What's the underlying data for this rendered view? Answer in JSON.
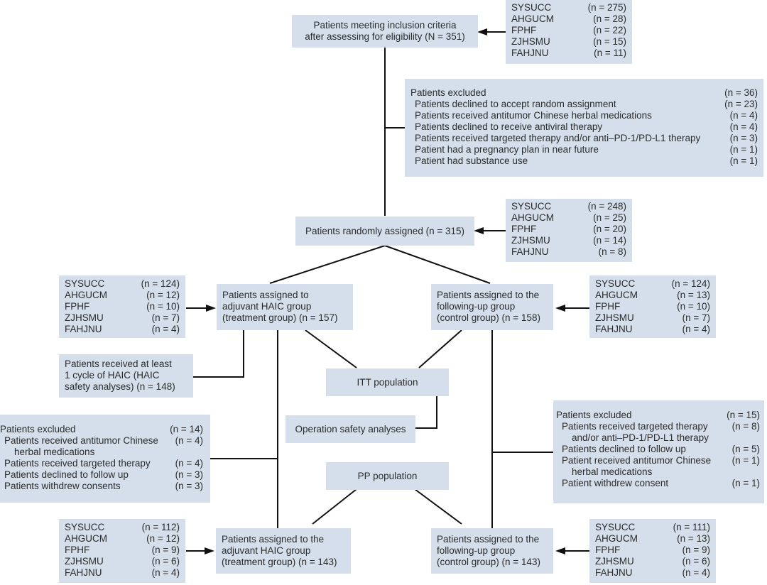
{
  "enrollment": {
    "label": "Patients meeting inclusion criteria after assessing for eligibility (N = 351)",
    "line1": "Patients meeting inclusion criteria",
    "line2": "after assessing for eligibility (N = 351)",
    "sites": [
      {
        "name": "SYSUCC",
        "n": "(n = 275)"
      },
      {
        "name": "AHGUCM",
        "n": "(n = 28)"
      },
      {
        "name": "FPHF",
        "n": "(n = 22)"
      },
      {
        "name": "ZJHSMU",
        "n": "(n = 15)"
      },
      {
        "name": "FAHJNU",
        "n": "(n = 11)"
      }
    ]
  },
  "excluded_pre": {
    "title": "Patients excluded",
    "title_n": "(n = 36)",
    "items": [
      {
        "text": "Patients declined to accept random assignment",
        "n": "(n = 23)"
      },
      {
        "text": "Patients received antitumor Chinese herbal medications",
        "n": "(n = 4)"
      },
      {
        "text": "Patients declined to receive antiviral therapy",
        "n": "(n = 4)"
      },
      {
        "text": "Patients received targeted therapy and/or anti–PD-1/PD-L1 therapy",
        "n": "(n = 3)"
      },
      {
        "text": "Patient had a pregnancy plan in near future",
        "n": "(n = 1)"
      },
      {
        "text": "Patient had substance use",
        "n": "(n = 1)"
      }
    ]
  },
  "randomized": {
    "label": "Patients randomly assigned (n = 315)",
    "sites": [
      {
        "name": "SYSUCC",
        "n": "(n = 248)"
      },
      {
        "name": "AHGUCM",
        "n": "(n = 25)"
      },
      {
        "name": "FPHF",
        "n": "(n = 20)"
      },
      {
        "name": "ZJHSMU",
        "n": "(n = 14)"
      },
      {
        "name": "FAHJNU",
        "n": "(n = 8)"
      }
    ]
  },
  "treatment_assigned": {
    "line1": "Patients assigned to",
    "line2": "adjuvant HAIC group",
    "line3": "(treatment group)  (n = 157)",
    "sites": [
      {
        "name": "SYSUCC",
        "n": "(n = 124)"
      },
      {
        "name": "AHGUCM",
        "n": "(n = 12)"
      },
      {
        "name": "FPHF",
        "n": "(n = 10)"
      },
      {
        "name": "ZJHSMU",
        "n": "(n = 7)"
      },
      {
        "name": "FAHJNU",
        "n": "(n = 4)"
      }
    ]
  },
  "control_assigned": {
    "line1": "Patients assigned to the",
    "line2": "following-up group",
    "line3": "(control group) (n = 158)",
    "sites": [
      {
        "name": "SYSUCC",
        "n": "(n = 124)"
      },
      {
        "name": "AHGUCM",
        "n": "(n = 13)"
      },
      {
        "name": "FPHF",
        "n": "(n = 10)"
      },
      {
        "name": "ZJHSMU",
        "n": "(n = 7)"
      },
      {
        "name": "FAHJNU",
        "n": "(n = 4)"
      }
    ]
  },
  "haic_safety": {
    "line1": "Patients received at least",
    "line2": "1 cycle of HAIC (HAIC",
    "line3": "safety analyses) (n = 148)"
  },
  "itt_population": "ITT population",
  "operation_safety": "Operation safety analyses",
  "pp_population": "PP population",
  "treatment_excluded": {
    "title": "Patients excluded",
    "title_n": "(n = 14)",
    "items": [
      {
        "text": "Patients received antitumor Chinese",
        "cont": "herbal medications",
        "n": "(n = 4)"
      },
      {
        "text": "Patients received targeted therapy",
        "n": "(n = 4)"
      },
      {
        "text": "Patients declined to follow up",
        "n": "(n = 3)"
      },
      {
        "text": "Patients withdrew consents",
        "n": "(n = 3)"
      }
    ]
  },
  "control_excluded": {
    "title": "Patients excluded",
    "title_n": "(n = 15)",
    "items": [
      {
        "text": "Patients received targeted therapy",
        "cont": "and/or anti–PD-1/PD-L1 therapy",
        "n": "(n = 8)"
      },
      {
        "text": "Patients declined to follow up",
        "n": "(n = 5)"
      },
      {
        "text": "Patient received antitumor Chinese",
        "cont": "herbal medications",
        "n": "(n = 1)"
      },
      {
        "text": "Patient withdrew consent",
        "n": "(n = 1)"
      }
    ]
  },
  "treatment_final": {
    "line1": "Patients assigned to the",
    "line2": "adjuvant HAIC group",
    "line3": "(treatment group) (n = 143)",
    "sites": [
      {
        "name": "SYSUCC",
        "n": "(n = 112)"
      },
      {
        "name": "AHGUCM",
        "n": "(n = 12)"
      },
      {
        "name": "FPHF",
        "n": "(n = 9)"
      },
      {
        "name": "ZJHSMU",
        "n": "(n = 6)"
      },
      {
        "name": "FAHJNU",
        "n": "(n = 4)"
      }
    ]
  },
  "control_final": {
    "line1": "Patients assigned to the",
    "line2": "following-up group",
    "line3": "(control group) (n = 143)",
    "sites": [
      {
        "name": "SYSUCC",
        "n": "(n = 111)"
      },
      {
        "name": "AHGUCM",
        "n": "(n = 13)"
      },
      {
        "name": "FPHF",
        "n": "(n = 9)"
      },
      {
        "name": "ZJHSMU",
        "n": "(n = 6)"
      },
      {
        "name": "FAHJNU",
        "n": "(n = 4)"
      }
    ]
  }
}
